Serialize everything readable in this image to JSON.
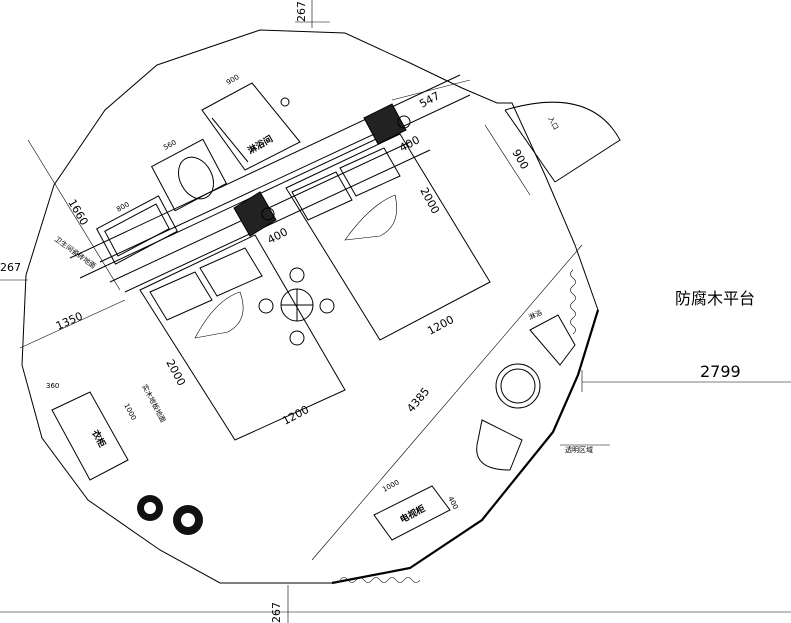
{
  "dimensions": {
    "top_offset": "267",
    "left_offset": "267",
    "bottom_offset": "267",
    "overall_width": "2799",
    "diagonal": "4385",
    "bath_length": "1660",
    "front_depth": "1350",
    "door_width": "547",
    "entrance_width": "900",
    "pillar_a": "400",
    "pillar_b": "400",
    "bed_length_a": "2000",
    "bed_length_b": "2000",
    "bed_width_a": "1200",
    "bed_width_b": "1200",
    "shower_w": "900",
    "toilet_w": "560",
    "basin_w": "800",
    "wardrobe_d": "360",
    "wardrobe_l": "1000",
    "tv_l": "1000",
    "tv_d": "400"
  },
  "labels": {
    "deck": "防腐木平台",
    "shower_room": "淋浴间",
    "bath_floor": "卫生间瓷砖地面",
    "wood_floor": "实木地板地面",
    "wardrobe": "衣柜",
    "tv_cabinet": "电视柜",
    "transparent_area": "透明区域",
    "entrance": "入口",
    "shower_tag": "淋浴"
  },
  "icons": {
    "trees": "tree-icon",
    "chandelier": "chandelier-icon"
  }
}
